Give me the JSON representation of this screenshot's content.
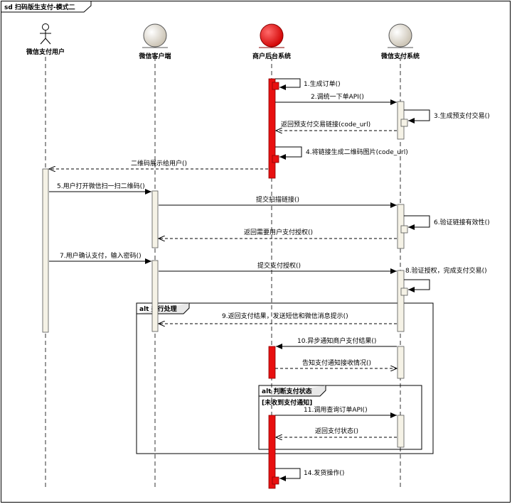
{
  "frame": {
    "title": "sd 扫码版生支付-模式二"
  },
  "participants": [
    {
      "id": "user",
      "label": "微信支付用户",
      "kind": "actor"
    },
    {
      "id": "client",
      "label": "微信客户端",
      "kind": "entity"
    },
    {
      "id": "merchant",
      "label": "商户后台系统",
      "kind": "entity",
      "color": "#e81010"
    },
    {
      "id": "wxpay",
      "label": "微信支付系统",
      "kind": "entity"
    }
  ],
  "messages": [
    {
      "label": "1.生成订单()",
      "from": "merchant",
      "to": "merchant",
      "style": "self"
    },
    {
      "label": "2.调统一下单API()",
      "from": "merchant",
      "to": "wxpay",
      "style": "solid"
    },
    {
      "label": "3.生成预支付交易()",
      "from": "wxpay",
      "to": "wxpay",
      "style": "self"
    },
    {
      "label": "返回预支付交易链接(code_url)",
      "from": "wxpay",
      "to": "merchant",
      "style": "dashed"
    },
    {
      "label": "4.将链接生成二维码图片(code_url)",
      "from": "merchant",
      "to": "merchant",
      "style": "self"
    },
    {
      "label": "二维码展示给用户()",
      "from": "merchant",
      "to": "user",
      "style": "dashed"
    },
    {
      "label": "5.用户打开微信扫一扫二维码()",
      "from": "user",
      "to": "client",
      "style": "solid"
    },
    {
      "label": "提交扫描链接()",
      "from": "client",
      "to": "wxpay",
      "style": "solid"
    },
    {
      "label": "6.验证链接有效性()",
      "from": "wxpay",
      "to": "wxpay",
      "style": "self"
    },
    {
      "label": "返回需要用户支付授权()",
      "from": "wxpay",
      "to": "client",
      "style": "dashed"
    },
    {
      "label": "7.用户确认支付，输入密码()",
      "from": "user",
      "to": "client",
      "style": "solid"
    },
    {
      "label": "提交支付授权()",
      "from": "client",
      "to": "wxpay",
      "style": "solid"
    },
    {
      "label": "8.验证授权，完成支付交易()",
      "from": "wxpay",
      "to": "wxpay",
      "style": "self"
    },
    {
      "label": "9.返回支付结果，发送短信和微信消息提示()",
      "from": "wxpay",
      "to": "client",
      "style": "dashed"
    },
    {
      "label": "10.异步通知商户支付结果()",
      "from": "wxpay",
      "to": "merchant",
      "style": "solid"
    },
    {
      "label": "告知支付通知接收情况()",
      "from": "merchant",
      "to": "wxpay",
      "style": "dashed"
    },
    {
      "label": "11.调用查询订单API()",
      "from": "merchant",
      "to": "wxpay",
      "style": "solid"
    },
    {
      "label": "返回支付状态()",
      "from": "wxpay",
      "to": "merchant",
      "style": "dashed"
    },
    {
      "label": "14.发货操作()",
      "from": "merchant",
      "to": "merchant",
      "style": "self"
    }
  ],
  "fragments": [
    {
      "label": "alt 并行处理"
    },
    {
      "label": "alt 判断支付状态",
      "guard": "[未收到支付通知]"
    }
  ]
}
